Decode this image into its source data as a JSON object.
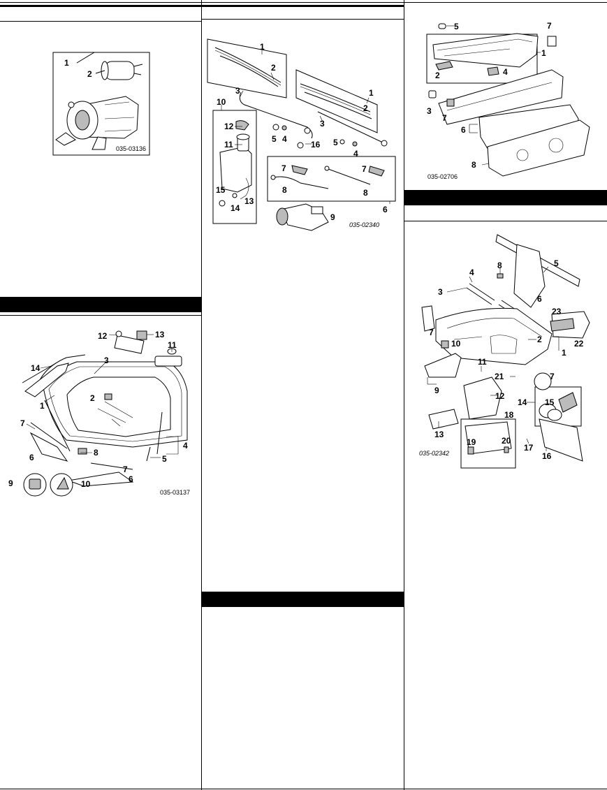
{
  "figures": {
    "starter": {
      "code": "035-03136",
      "callouts": [
        "1",
        "2"
      ]
    },
    "windshield": {
      "code": "035-03137",
      "callouts": [
        "1",
        "2",
        "3",
        "4",
        "5",
        "6",
        "6",
        "7",
        "7",
        "8",
        "9",
        "10",
        "11",
        "12",
        "13",
        "14"
      ]
    },
    "wiper": {
      "code": "035-02340",
      "callouts": [
        "1",
        "1",
        "2",
        "2",
        "3",
        "3",
        "4",
        "4",
        "5",
        "5",
        "6",
        "7",
        "7",
        "8",
        "8",
        "9",
        "10",
        "11",
        "12",
        "13",
        "14",
        "15",
        "16"
      ]
    },
    "cowl": {
      "code": "035-02706",
      "callouts": [
        "1",
        "2",
        "3",
        "4",
        "5",
        "6",
        "7",
        "7",
        "8"
      ]
    },
    "dashboard": {
      "code": "035-02342",
      "callouts": [
        "1",
        "2",
        "3",
        "4",
        "5",
        "6",
        "7",
        "7",
        "8",
        "9",
        "10",
        "11",
        "12",
        "13",
        "14",
        "15",
        "16",
        "17",
        "18",
        "19",
        "20",
        "21",
        "22",
        "23"
      ]
    }
  }
}
